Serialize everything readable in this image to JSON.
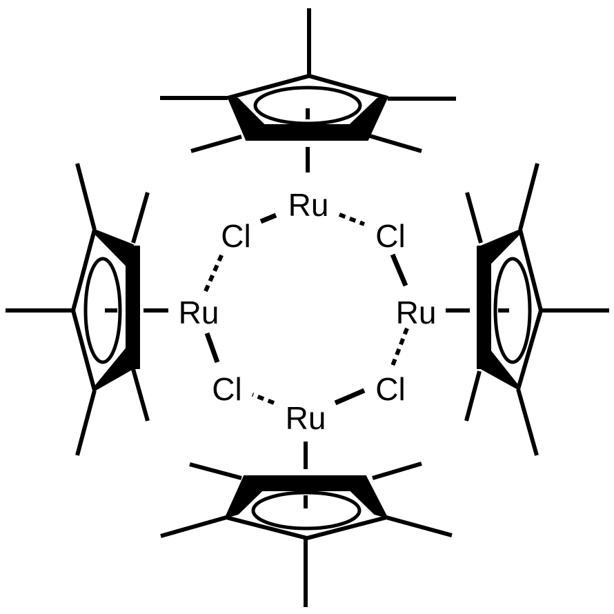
{
  "diagram": {
    "type": "chemical-structure",
    "compound": "[Cp*RuCl]4 tetramer",
    "colors": {
      "ink": "#000000",
      "background": "#ffffff"
    },
    "atoms": {
      "ru_top": "Ru",
      "ru_left": "Ru",
      "ru_right": "Ru",
      "ru_bottom": "Ru",
      "cl_top_left": "Cl",
      "cl_top_right": "Cl",
      "cl_bottom_left": "Cl",
      "cl_bottom_right": "Cl"
    },
    "ligands": [
      "Cp* (top)",
      "Cp* (left)",
      "Cp* (right)",
      "Cp* (bottom)"
    ],
    "bonds": [
      {
        "from": "cl_top_left",
        "to": "ru_top",
        "style": "solid"
      },
      {
        "from": "ru_top",
        "to": "cl_top_right",
        "style": "dashed"
      },
      {
        "from": "cl_top_right",
        "to": "ru_right",
        "style": "solid"
      },
      {
        "from": "ru_right",
        "to": "cl_bottom_right",
        "style": "dashed"
      },
      {
        "from": "cl_bottom_right",
        "to": "ru_bottom",
        "style": "solid"
      },
      {
        "from": "ru_bottom",
        "to": "cl_bottom_left",
        "style": "dashed"
      },
      {
        "from": "cl_bottom_left",
        "to": "ru_left",
        "style": "solid"
      },
      {
        "from": "ru_left",
        "to": "cl_top_left",
        "style": "dashed"
      }
    ]
  }
}
